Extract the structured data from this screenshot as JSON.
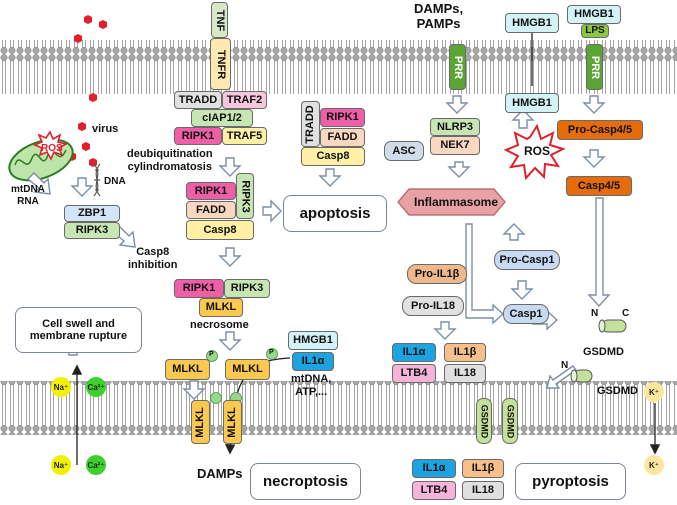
{
  "colors": {
    "membrane_head": "#a6a6a6",
    "membrane_tail": "#9a9a9a",
    "virus": "#e0202a",
    "ros_star": "#e0202a",
    "sodium": "#f2f200",
    "calcium": "#3bd12a",
    "potassium": "#fde7a0",
    "prr": "#5aa536",
    "inflammasome": "#e8a1a4",
    "arrow_fill": "#ffffff",
    "arrow_stroke": "#7c8ea6"
  },
  "icons": [
    "virus-particle-icon",
    "mitochondrion-icon",
    "dna-helix-icon",
    "ros-star-icon",
    "phosphate-icon",
    "ion-icon"
  ],
  "necroptosis_left": {
    "virus": "virus",
    "ros": "ROS",
    "mtdna_rna": "mtDNA\nRNA",
    "dna": "DNA",
    "zbp1": "ZBP1",
    "ripk3": "RIPK3",
    "cell_swell": "Cell swell and membrane rupture",
    "na": "Na⁺",
    "ca": "Ca²⁺"
  },
  "tnf_pathway": {
    "tnf": "TNF",
    "tnfr": "TNFR",
    "tradd": "TRADD",
    "traf2": "TRAF2",
    "ciap": "cIAP1/2",
    "ripk1": "RIPK1",
    "traf5": "TRAF5",
    "deubiquitination": "deubiquitination\ncylindromatosis",
    "complex2_ripk1": "RIPK1",
    "complex2_fadd": "FADD",
    "complex2_ripk3": "RIPK3",
    "complex2_casp8": "Casp8",
    "casp8_inhibition": "Casp8\ninhibition",
    "necrosome_ripk1": "RIPK1",
    "necrosome_ripk3": "RIPK3",
    "necrosome_mlkl": "MLKL",
    "necrosome": "necrosome",
    "mlkl_a": "MLKL",
    "mlkl_b": "MLKL",
    "phospho": "P",
    "membrane_mlkl_a": "MLKL",
    "membrane_mlkl_b": "MLKL",
    "hmgb1": "HMGB1",
    "il1a": "IL1α",
    "mtdna": "mtDNA,\nATP,...",
    "damps": "DAMPs",
    "necroptosis": "necroptosis"
  },
  "apoptosis": {
    "tradd": "TRADD",
    "ripk1": "RIPK1",
    "fadd": "FADD",
    "casp8": "Casp8",
    "label": "apoptosis"
  },
  "pyroptosis": {
    "damps_pamps": "DAMPs,\nPAMPs",
    "prr": "PRR",
    "nlrp3": "NLRP3",
    "nek7": "NEK7",
    "asc": "ASC",
    "inflammasome": "Inflammasome",
    "ros": "ROS",
    "hmgb1_out": "HMGB1",
    "hmgb1_in": "HMGB1",
    "hmgb1_lps": "HMGB1",
    "lps": "LPS",
    "prr2": "PRR",
    "pro_casp45": "Pro-Casp4/5",
    "casp45": "Casp4/5",
    "pro_casp1": "Pro-Casp1",
    "casp1": "Casp1",
    "pro_il1b": "Pro-IL1β",
    "pro_il18": "Pro-IL18",
    "il1a": "IL1α",
    "il1b": "IL1β",
    "ltb4": "LTB4",
    "il18": "IL18",
    "gsdmd_n": "N",
    "gsdmd_c": "C",
    "gsdmd_label": "GSDMD",
    "gsdmd_n2": "N",
    "gsdmd_label2": "GSDMD",
    "pore_a": "GSDMD",
    "pore_b": "GSDMD",
    "out_il1a": "IL1α",
    "out_il1b": "IL1β",
    "out_ltb4": "LTB4",
    "out_il18": "IL18",
    "label": "pyroptosis",
    "k_in": "K⁺",
    "k_out": "K⁺"
  }
}
